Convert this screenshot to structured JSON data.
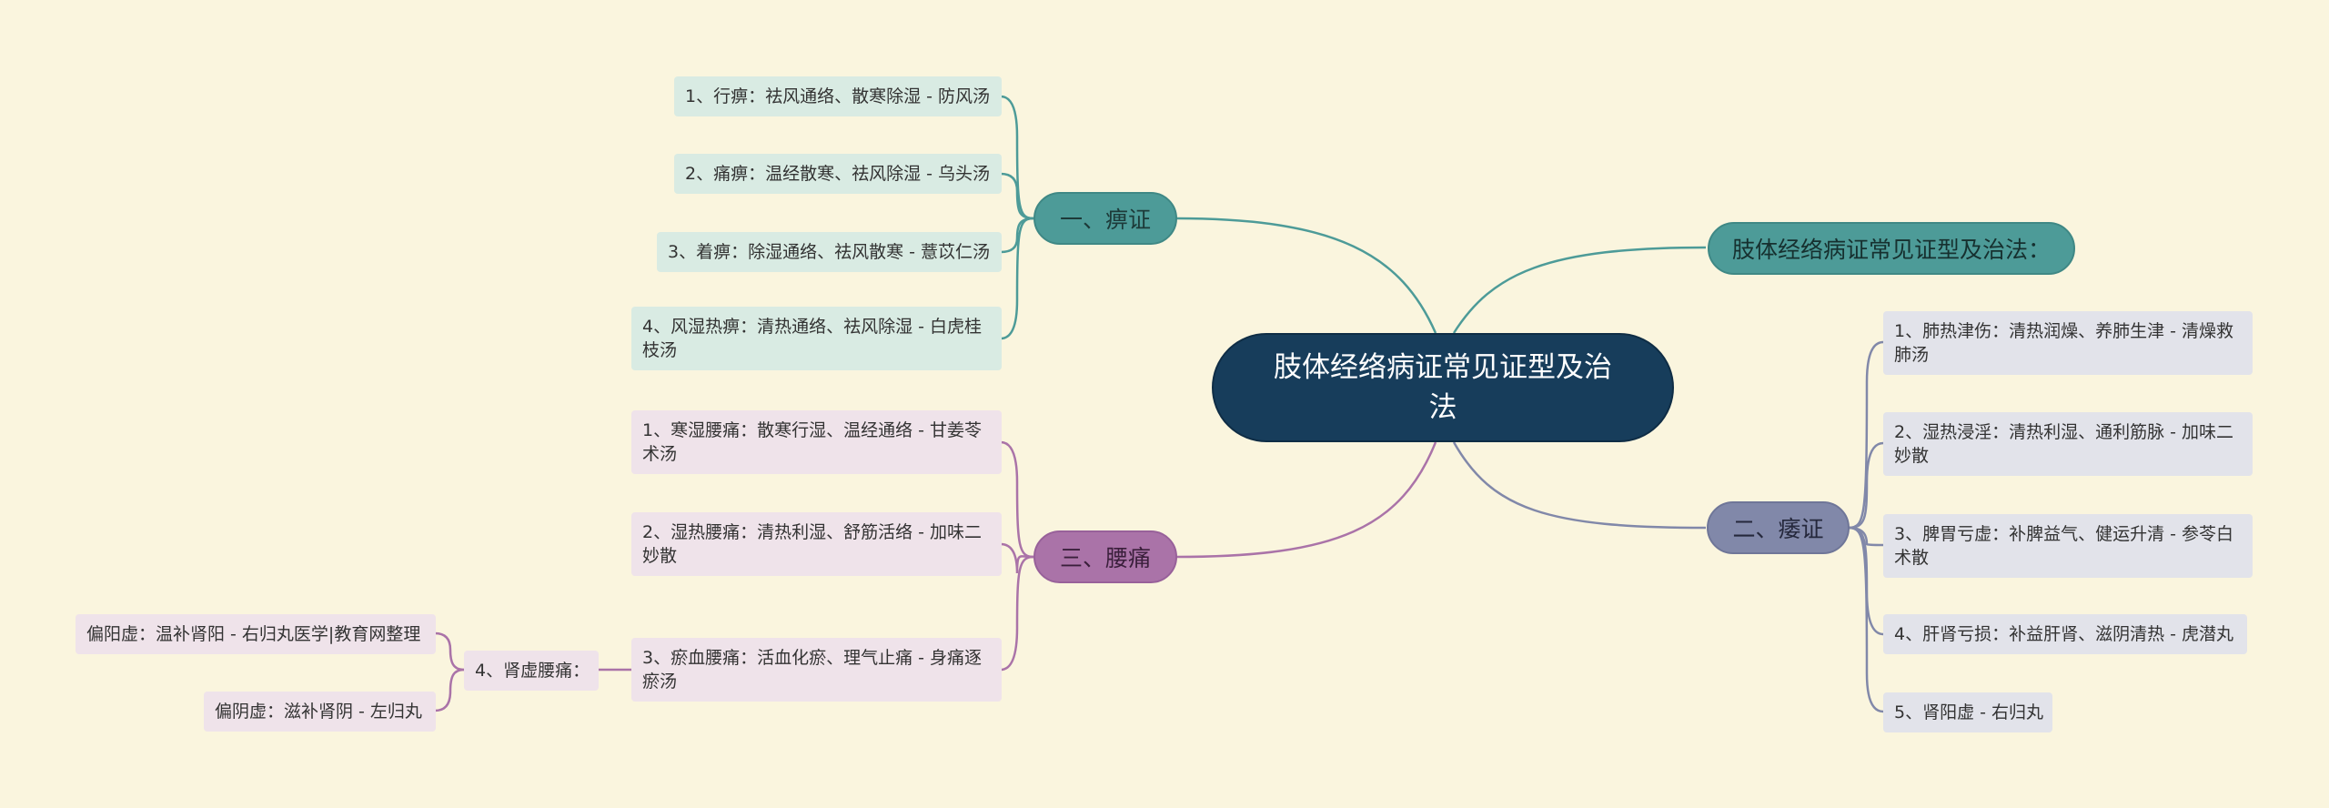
{
  "root": {
    "title": "肢体经络病证常见证型及治法"
  },
  "intro": {
    "label": "肢体经络病证常见证型及治法："
  },
  "bi": {
    "label": "一、痹证",
    "items": [
      "1、行痹：祛风通络、散寒除湿 - 防风汤",
      "2、痛痹：温经散寒、祛风除湿 - 乌头汤",
      "3、着痹：除湿通络、祛风散寒 - 薏苡仁汤",
      "4、风湿热痹：清热通络、祛风除湿 - 白虎桂枝汤"
    ]
  },
  "yaotong": {
    "label": "三、腰痛",
    "items": [
      "1、寒湿腰痛：散寒行湿、温经通络 - 甘姜苓术汤",
      "2、湿热腰痛：清热利湿、舒筋活络 - 加味二妙散",
      "3、瘀血腰痛：活血化瘀、理气止痛 - 身痛逐瘀汤"
    ],
    "shenxu": {
      "label": "4、肾虚腰痛：",
      "items": [
        "偏阳虚：温补肾阳 - 右归丸医学|教育网整理",
        "偏阴虚：滋补肾阴 - 左归丸"
      ]
    }
  },
  "wei": {
    "label": "二、痿证",
    "items": [
      "1、肺热津伤：清热润燥、养肺生津 - 清燥救肺汤",
      "2、湿热浸淫：清热利湿、通利筋脉 - 加味二妙散",
      "3、脾胃亏虚：补脾益气、健运升清 - 参苓白术散",
      "4、肝肾亏损：补益肝肾、滋阴清热 - 虎潜丸",
      "5、肾阳虚 - 右归丸"
    ]
  },
  "colors": {
    "background": "#faf5de",
    "root": "#173d5b",
    "teal": "#4d9b98",
    "purple": "#aa73a8",
    "slate": "#8188a9"
  }
}
